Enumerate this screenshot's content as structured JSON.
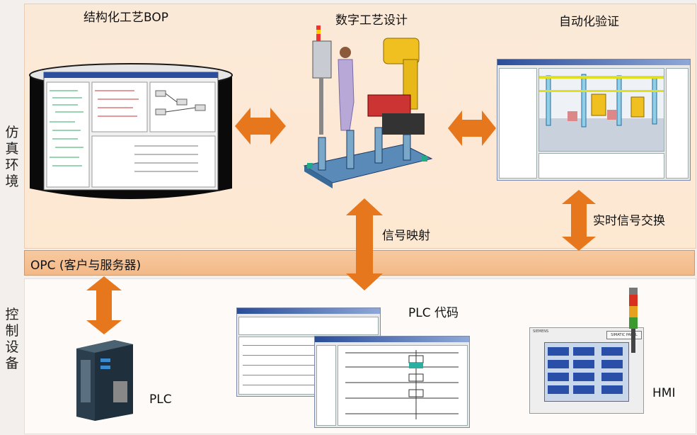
{
  "side_labels": {
    "simulation": "仿真环境",
    "control": "控制设备"
  },
  "sections": {
    "bop": "结构化工艺BOP",
    "digital": "数字工艺设计",
    "auto_verify": "自动化验证"
  },
  "arrows": {
    "signal_mapping": "信号映射",
    "realtime_exchange": "实时信号交换"
  },
  "opc_bar": "OPC (客户与服务器)",
  "devices": {
    "plc_code": "PLC 代码",
    "plc": "PLC",
    "hmi": "HMI",
    "hmi_brand": "SIMATIC PANEL",
    "hmi_vendor": "SIEMENS"
  },
  "colors": {
    "arrow": "#e7771c",
    "top_area": "#fbe9d8",
    "opc_bar": "#f5c194"
  }
}
